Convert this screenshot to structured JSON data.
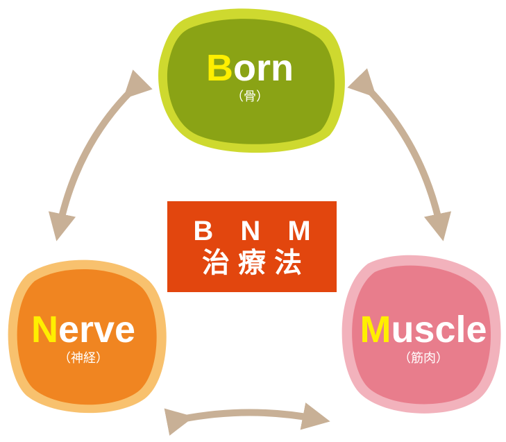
{
  "colors": {
    "born": "#8aa315",
    "born_rim": "#c6d20a",
    "nerve": "#f08521",
    "nerve_rim": "#f6b14a",
    "muscle": "#e87d8c",
    "muscle_rim": "#ef9fab",
    "arrow": "#c8b096",
    "center_box": "#e2460e",
    "initial_letter": "#ffef00",
    "text": "#ffffff"
  },
  "center": {
    "line1": "B N M",
    "line2": "治療法"
  },
  "nodes": {
    "born": {
      "initial": "B",
      "rest": "orn",
      "sub": "（骨）"
    },
    "nerve": {
      "initial": "N",
      "rest": "erve",
      "sub": "（神経）"
    },
    "muscle": {
      "initial": "M",
      "rest": "uscle",
      "sub": "（筋肉）"
    }
  }
}
